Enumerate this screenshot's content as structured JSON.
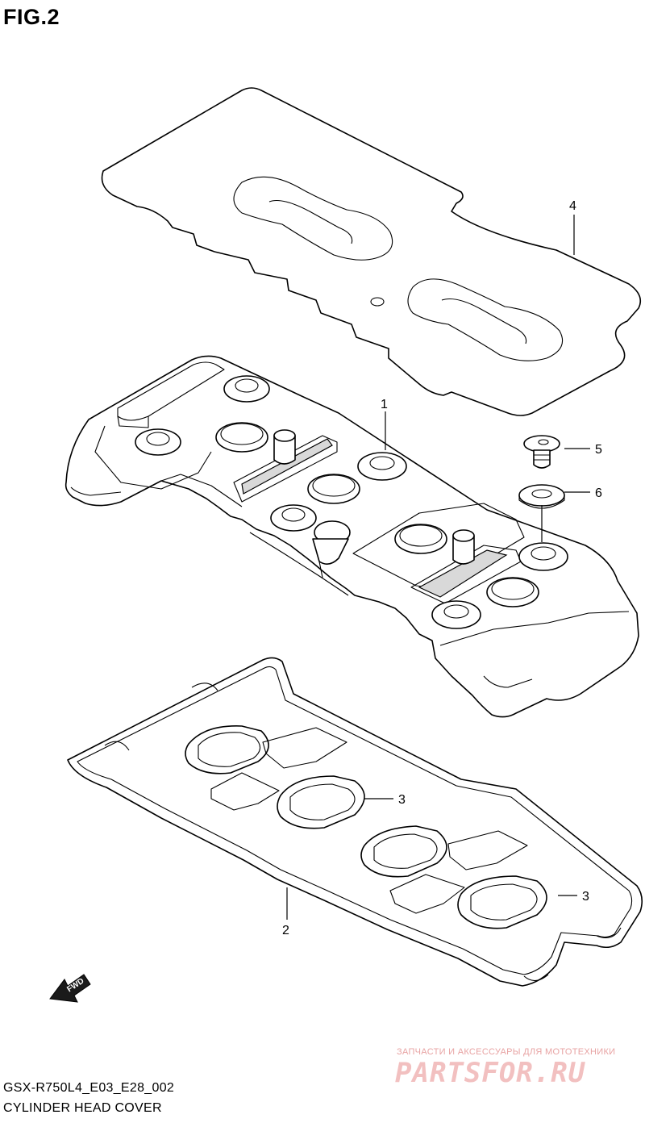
{
  "figure": {
    "title": "FIG.2",
    "model_code": "GSX-R750L4_E03_E28_002",
    "caption": "CYLINDER HEAD COVER"
  },
  "callouts": [
    {
      "id": "1",
      "label": "1"
    },
    {
      "id": "2",
      "label": "2"
    },
    {
      "id": "3a",
      "label": "3"
    },
    {
      "id": "3b",
      "label": "3"
    },
    {
      "id": "4",
      "label": "4"
    },
    {
      "id": "5",
      "label": "5"
    },
    {
      "id": "6",
      "label": "6"
    }
  ],
  "direction_marker": {
    "label": "FWD"
  },
  "watermark": {
    "tagline": "ЗАПЧАСТИ И АКСЕССУАРЫ ДЛЯ МОТОТЕХНИКИ",
    "logo": "PARTSFOR.RU",
    "color": "#f2c0c0"
  }
}
